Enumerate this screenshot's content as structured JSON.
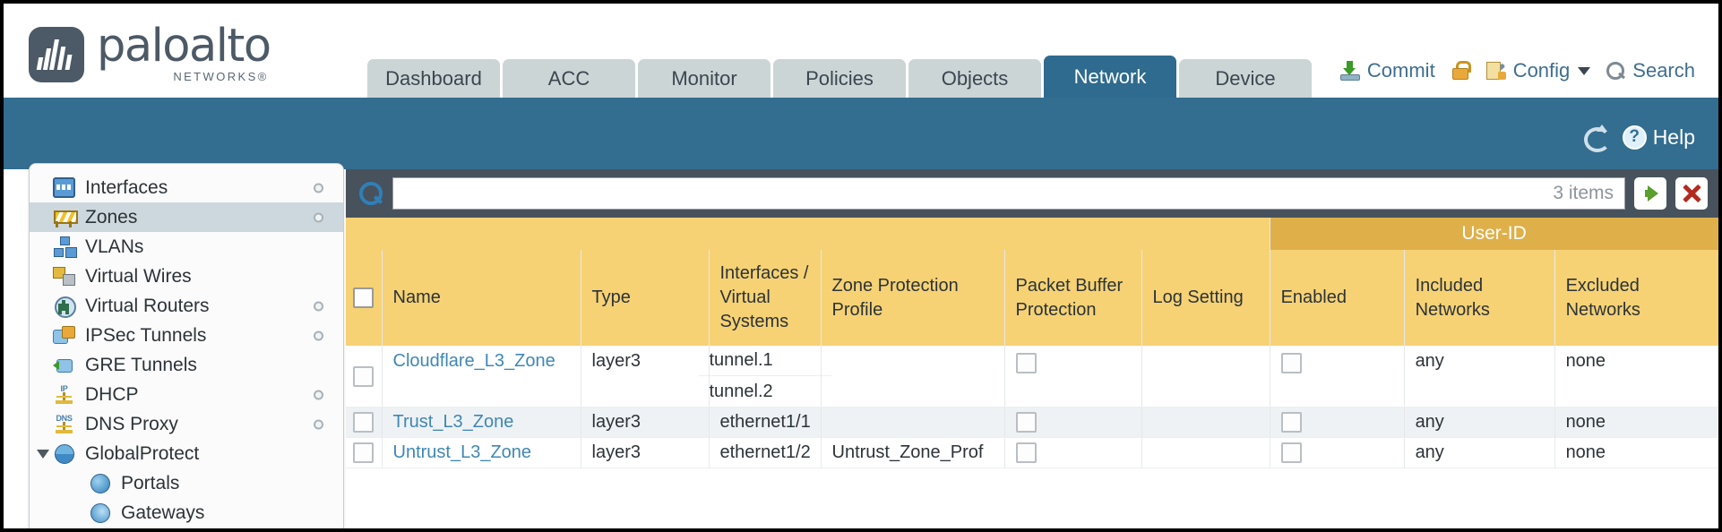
{
  "brand": {
    "name": "paloalto",
    "tagline": "NETWORKS",
    "registered": "®"
  },
  "nav": {
    "tabs": [
      {
        "label": "Dashboard",
        "active": false
      },
      {
        "label": "ACC",
        "active": false
      },
      {
        "label": "Monitor",
        "active": false
      },
      {
        "label": "Policies",
        "active": false
      },
      {
        "label": "Objects",
        "active": false
      },
      {
        "label": "Network",
        "active": true
      },
      {
        "label": "Device",
        "active": false
      }
    ]
  },
  "header_actions": {
    "commit": "Commit",
    "config": "Config",
    "search": "Search"
  },
  "band": {
    "help": "Help"
  },
  "sidebar": {
    "items": [
      {
        "label": "Interfaces",
        "icon": "interfaces-icon",
        "selected": false,
        "dot": true,
        "child": false
      },
      {
        "label": "Zones",
        "icon": "zones-icon",
        "selected": true,
        "dot": true,
        "child": false
      },
      {
        "label": "VLANs",
        "icon": "vlans-icon",
        "selected": false,
        "dot": false,
        "child": false
      },
      {
        "label": "Virtual Wires",
        "icon": "virtual-wires-icon",
        "selected": false,
        "dot": false,
        "child": false
      },
      {
        "label": "Virtual Routers",
        "icon": "virtual-routers-icon",
        "selected": false,
        "dot": true,
        "child": false
      },
      {
        "label": "IPSec Tunnels",
        "icon": "ipsec-tunnels-icon",
        "selected": false,
        "dot": true,
        "child": false
      },
      {
        "label": "GRE Tunnels",
        "icon": "gre-tunnels-icon",
        "selected": false,
        "dot": false,
        "child": false
      },
      {
        "label": "DHCP",
        "icon": "dhcp-icon",
        "selected": false,
        "dot": true,
        "child": false
      },
      {
        "label": "DNS Proxy",
        "icon": "dns-proxy-icon",
        "selected": false,
        "dot": true,
        "child": false
      },
      {
        "label": "GlobalProtect",
        "icon": "globalprotect-icon",
        "selected": false,
        "dot": false,
        "child": false,
        "expanded": true
      },
      {
        "label": "Portals",
        "icon": "portals-icon",
        "selected": false,
        "dot": false,
        "child": true
      },
      {
        "label": "Gateways",
        "icon": "gateways-icon",
        "selected": false,
        "dot": false,
        "child": true
      }
    ]
  },
  "search": {
    "value": "",
    "placeholder": "",
    "item_count": "3 items",
    "go_label": "apply-filter",
    "clear_label": "clear-filter"
  },
  "table": {
    "group_header": "User-ID",
    "columns": [
      "Name",
      "Type",
      "Interfaces / Virtual Systems",
      "Zone Protection Profile",
      "Packet Buffer Protection",
      "Log Setting",
      "Enabled",
      "Included Networks",
      "Excluded Networks"
    ],
    "rows": [
      {
        "name": "Cloudflare_L3_Zone",
        "type": "layer3",
        "interfaces": [
          "tunnel.1",
          "tunnel.2"
        ],
        "zone_protection_profile": "",
        "packet_buffer_protection": false,
        "log_setting": "",
        "userid_enabled": false,
        "included_networks": "any",
        "excluded_networks": "none"
      },
      {
        "name": "Trust_L3_Zone",
        "type": "layer3",
        "interfaces": [
          "ethernet1/1"
        ],
        "zone_protection_profile": "",
        "packet_buffer_protection": false,
        "log_setting": "",
        "userid_enabled": false,
        "included_networks": "any",
        "excluded_networks": "none"
      },
      {
        "name": "Untrust_L3_Zone",
        "type": "layer3",
        "interfaces": [
          "ethernet1/2"
        ],
        "zone_protection_profile": "Untrust_Zone_Prof",
        "packet_buffer_protection": false,
        "log_setting": "",
        "userid_enabled": false,
        "included_networks": "any",
        "excluded_networks": "none"
      }
    ]
  },
  "colors": {
    "brand_slate": "#4c5966",
    "band_blue": "#336d90",
    "tab_active": "#2e6b8f",
    "tab_inactive": "#ccd5d6",
    "header_gold": "#f6d275",
    "group_gold": "#dfb04a",
    "link_blue": "#3f87b5",
    "search_bar": "#47525c"
  }
}
